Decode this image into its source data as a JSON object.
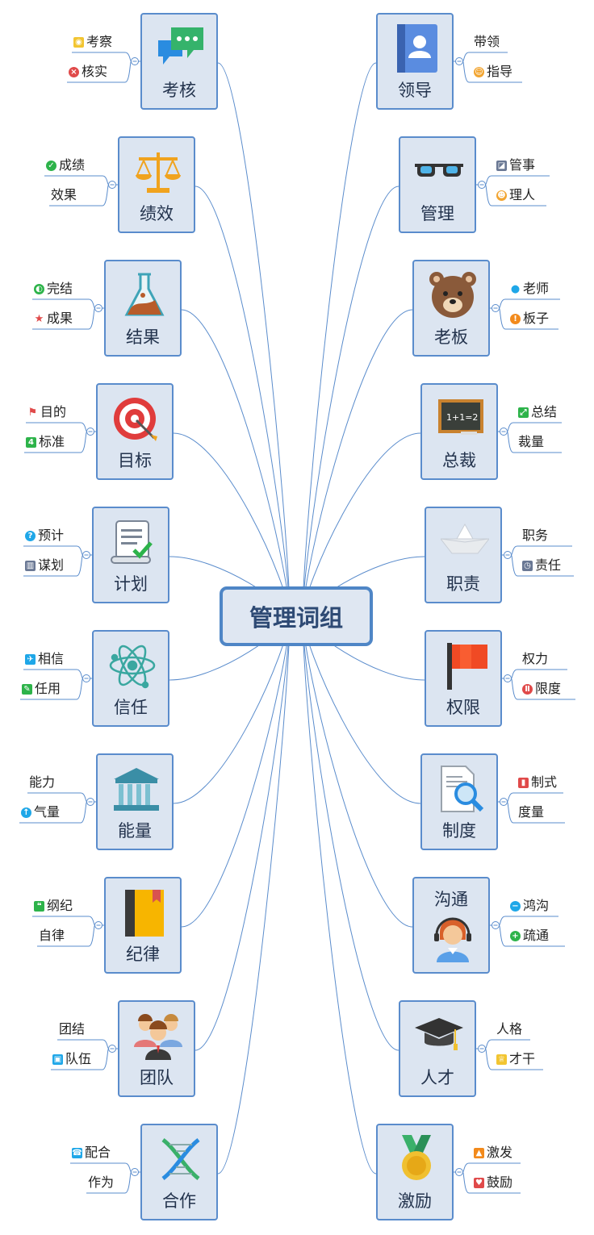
{
  "center": "管理词组",
  "left": [
    {
      "id": "kaohe",
      "label": "考核",
      "icon": "chat-bubbles-icon",
      "leaves": [
        {
          "text": "考察",
          "icon": "medal-icon",
          "color": "#f2c531"
        },
        {
          "text": "核实",
          "icon": "x-circle-icon",
          "color": "#e04a4a"
        }
      ]
    },
    {
      "id": "jixiao",
      "label": "绩效",
      "icon": "scales-icon",
      "leaves": [
        {
          "text": "成绩",
          "icon": "check-circle-icon",
          "color": "#2db34a"
        },
        {
          "text": "效果",
          "icon": "",
          "color": ""
        }
      ]
    },
    {
      "id": "jieguo",
      "label": "结果",
      "icon": "flask-icon",
      "leaves": [
        {
          "text": "完结",
          "icon": "progress-half-icon",
          "color": "#2db34a"
        },
        {
          "text": "成果",
          "icon": "star-icon",
          "color": "#e04a4a"
        }
      ]
    },
    {
      "id": "mubiao",
      "label": "目标",
      "icon": "target-icon",
      "leaves": [
        {
          "text": "目的",
          "icon": "flag-icon",
          "color": "#e04a4a"
        },
        {
          "text": "标准",
          "icon": "number-4-icon",
          "color": "#2db34a"
        }
      ]
    },
    {
      "id": "jihua",
      "label": "计划",
      "icon": "checklist-scroll-icon",
      "leaves": [
        {
          "text": "预计",
          "icon": "question-icon",
          "color": "#1fa7e8"
        },
        {
          "text": "谋划",
          "icon": "bar-chart-icon",
          "color": "#6a7894"
        }
      ]
    },
    {
      "id": "xinren",
      "label": "信任",
      "icon": "atom-icon",
      "leaves": [
        {
          "text": "相信",
          "icon": "airplane-icon",
          "color": "#1fa7e8"
        },
        {
          "text": "任用",
          "icon": "pencil-icon",
          "color": "#2db34a"
        }
      ]
    },
    {
      "id": "nengliang",
      "label": "能量",
      "icon": "bank-icon",
      "leaves": [
        {
          "text": "能力",
          "icon": "",
          "color": ""
        },
        {
          "text": "气量",
          "icon": "arrow-up-icon",
          "color": "#1fa7e8"
        }
      ]
    },
    {
      "id": "jilv",
      "label": "纪律",
      "icon": "book-icon",
      "leaves": [
        {
          "text": "纲纪",
          "icon": "quote-icon",
          "color": "#2db34a"
        },
        {
          "text": "自律",
          "icon": "",
          "color": ""
        }
      ]
    },
    {
      "id": "tuandui",
      "label": "团队",
      "icon": "people-group-icon",
      "leaves": [
        {
          "text": "团结",
          "icon": "",
          "color": ""
        },
        {
          "text": "队伍",
          "icon": "contacts-icon",
          "color": "#1fa7e8"
        }
      ]
    },
    {
      "id": "hezuo",
      "label": "合作",
      "icon": "dna-icon",
      "leaves": [
        {
          "text": "配合",
          "icon": "phone-icon",
          "color": "#1fa7e8"
        },
        {
          "text": "作为",
          "icon": "",
          "color": ""
        }
      ]
    }
  ],
  "right": [
    {
      "id": "lingdao",
      "label": "领导",
      "icon": "contact-card-icon",
      "leaves": [
        {
          "text": "带领",
          "icon": "",
          "color": ""
        },
        {
          "text": "指导",
          "icon": "smile-icon",
          "color": "#f2a531"
        }
      ]
    },
    {
      "id": "guanli",
      "label": "管理",
      "icon": "glasses-icon",
      "leaves": [
        {
          "text": "管事",
          "icon": "line-chart-icon",
          "color": "#6a7894"
        },
        {
          "text": "理人",
          "icon": "grin-icon",
          "color": "#f2a531"
        }
      ]
    },
    {
      "id": "laoban",
      "label": "老板",
      "icon": "bear-icon",
      "leaves": [
        {
          "text": "老师",
          "icon": "person-icon",
          "color": "#1fa7e8"
        },
        {
          "text": "板子",
          "icon": "exclamation-icon",
          "color": "#f28a1c"
        }
      ]
    },
    {
      "id": "zongcai",
      "label": "总裁",
      "icon": "blackboard-icon",
      "leaves": [
        {
          "text": "总结",
          "icon": "expand-icon",
          "color": "#2db34a"
        },
        {
          "text": "裁量",
          "icon": "",
          "color": ""
        }
      ]
    },
    {
      "id": "zhize",
      "label": "职责",
      "icon": "paper-boat-icon",
      "leaves": [
        {
          "text": "职务",
          "icon": "",
          "color": ""
        },
        {
          "text": "责任",
          "icon": "clock-icon",
          "color": "#6a7894"
        }
      ]
    },
    {
      "id": "quanxian",
      "label": "权限",
      "icon": "red-flag-icon",
      "leaves": [
        {
          "text": "权力",
          "icon": "",
          "color": ""
        },
        {
          "text": "限度",
          "icon": "pause-icon",
          "color": "#e04a4a"
        }
      ]
    },
    {
      "id": "zhidu",
      "label": "制度",
      "icon": "document-search-icon",
      "leaves": [
        {
          "text": "制式",
          "icon": "thermometer-icon",
          "color": "#e04a4a"
        },
        {
          "text": "度量",
          "icon": "",
          "color": ""
        }
      ]
    },
    {
      "id": "goutong",
      "label": "沟通",
      "icon": "customer-service-icon",
      "leaves": [
        {
          "text": "鸿沟",
          "icon": "minus-icon",
          "color": "#1fa7e8"
        },
        {
          "text": "疏通",
          "icon": "plus-icon",
          "color": "#2db34a"
        }
      ]
    },
    {
      "id": "rencai",
      "label": "人才",
      "icon": "graduation-cap-icon",
      "leaves": [
        {
          "text": "人格",
          "icon": "",
          "color": ""
        },
        {
          "text": "才干",
          "icon": "trophy-icon",
          "color": "#f2c531"
        }
      ]
    },
    {
      "id": "jili",
      "label": "激励",
      "icon": "medal-ribbon-icon",
      "leaves": [
        {
          "text": "激发",
          "icon": "thumbs-up-icon",
          "color": "#f28a1c"
        },
        {
          "text": "鼓励",
          "icon": "heart-icon",
          "color": "#e04a4a"
        }
      ]
    }
  ]
}
